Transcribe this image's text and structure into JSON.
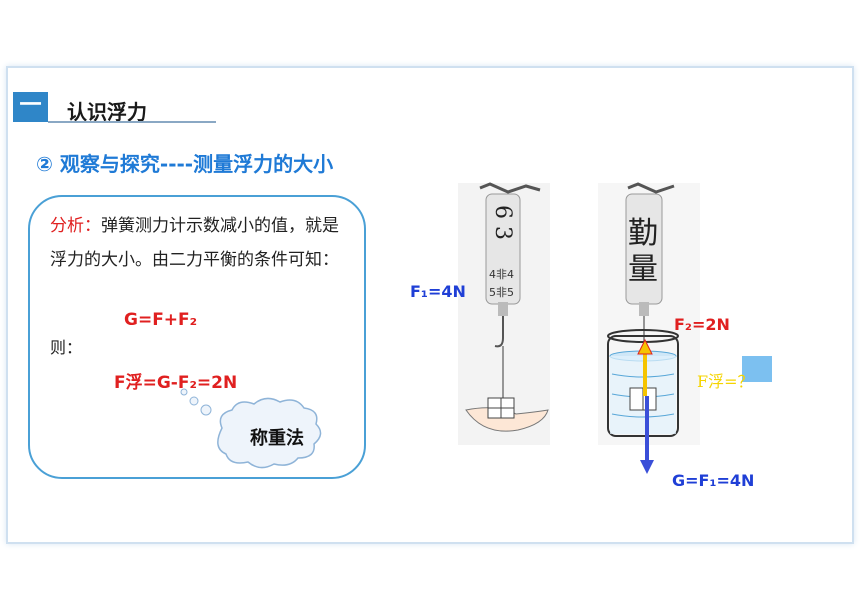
{
  "section": {
    "number": "一",
    "title": "认识浮力"
  },
  "subtitle": "② 观察与探究----测量浮力的大小",
  "analysis": {
    "label": "分析：",
    "text": "弹簧测力计示数减小的值，就是浮力的大小。由二力平衡的条件可知：",
    "formula1": "G=F+F₂",
    "then": "则：",
    "formula2": "F浮=G-F₂=2N",
    "cloud": "称重法"
  },
  "diagram": {
    "left_scale_digits": "6 3",
    "left_scale_ticks": [
      "4非4",
      "5非5"
    ],
    "f1_label": "F₁=4N",
    "right_scale_chars": [
      "勤",
      "量"
    ],
    "f2_label": "F₂=2N",
    "buoyancy_label": "F浮=？",
    "gravity_label": "G=F₁=4N"
  },
  "colors": {
    "accent_blue": "#1f7ad6",
    "badge_blue": "#2f86c8",
    "formula_red": "#e02020",
    "force_blue": "#1f3fd6",
    "buoyancy_yellow": "#f5d400"
  }
}
